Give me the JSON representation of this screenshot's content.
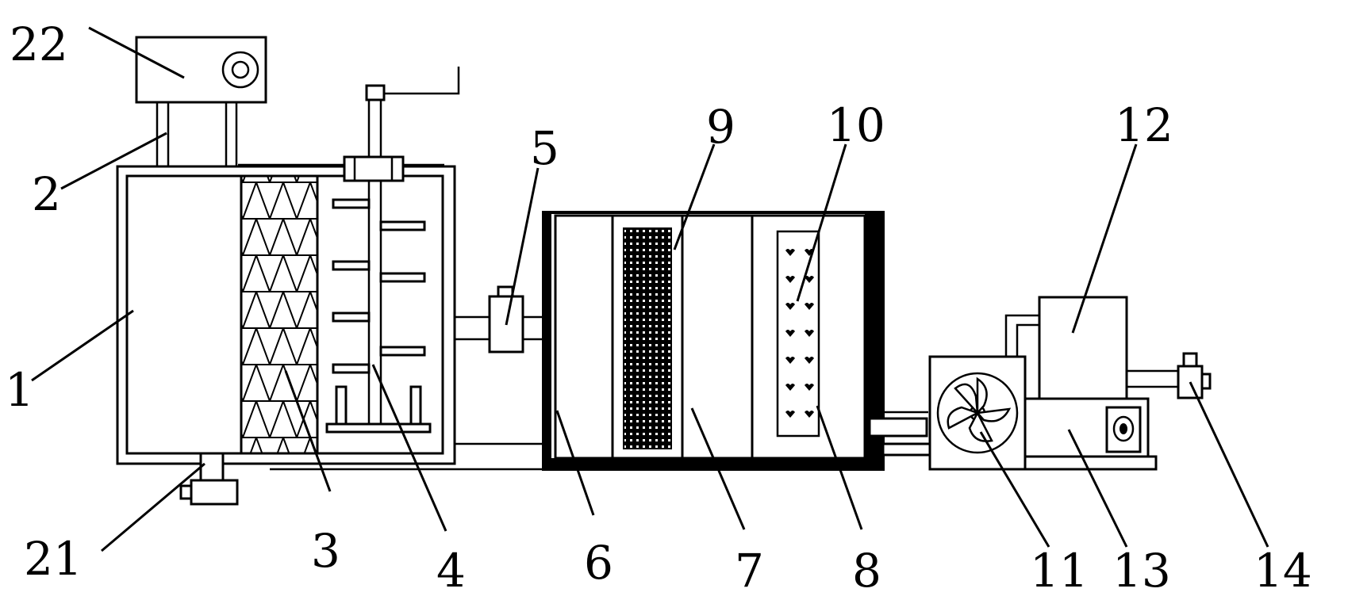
{
  "labels": {
    "l22": "22",
    "l2": "2",
    "l1": "1",
    "l21": "21",
    "l3": "3",
    "l4": "4",
    "l5": "5",
    "l6": "6",
    "l7": "7",
    "l8": "8",
    "l9": "9",
    "l10": "10",
    "l11": "11",
    "l12": "12",
    "l13": "13",
    "l14": "14"
  }
}
